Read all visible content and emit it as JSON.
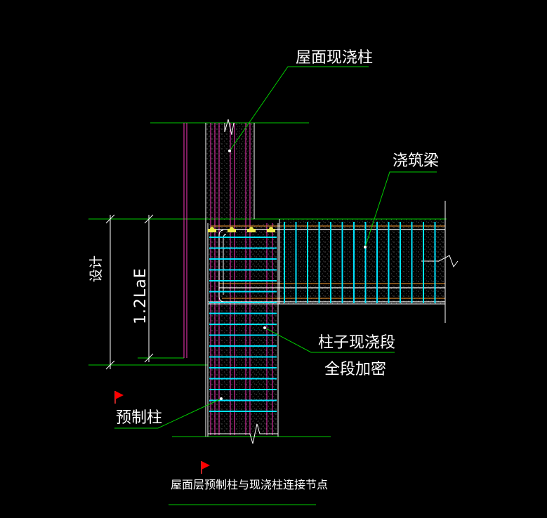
{
  "labels": {
    "roof_column": "屋面现浇柱",
    "cast_beam": "浇筑梁",
    "column_segment_line1": "柱子现浇段",
    "column_segment_line2": "全段加密",
    "precast_column": "预制柱",
    "design": "设计",
    "length": "1.2LaE",
    "title": "屋面层预制柱与现浇柱连接节点"
  },
  "colors": {
    "background": "#000000",
    "leader_line": "#00cc00",
    "outline": "#ffffff",
    "stirrup": "#00e5ff",
    "rebar": "#d0309c",
    "concrete_hatch": "#8a8a8a",
    "marker_flag": "#ff0000",
    "anchor_head": "#e8e84a"
  }
}
